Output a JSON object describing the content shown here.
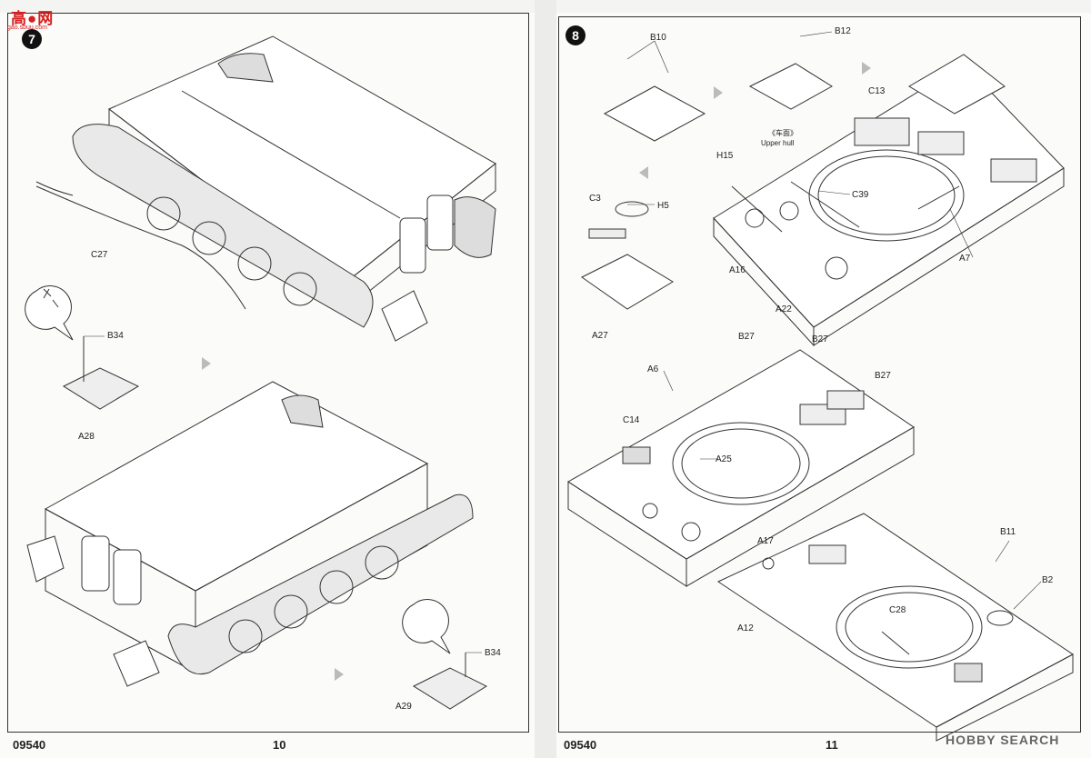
{
  "watermark": {
    "brand": "高●网",
    "url": "gao.sbuu.com",
    "corner": "HOBBY SEARCH"
  },
  "left_page": {
    "step_number": "7",
    "footer_code": "09540",
    "footer_page": "10",
    "labels": {
      "c27": "C27",
      "b34_top": "B34",
      "a28": "A28",
      "b34_bottom": "B34",
      "a29": "A29"
    }
  },
  "right_page": {
    "step_number": "8",
    "footer_code": "09540",
    "footer_page": "11",
    "labels": {
      "b10": "B10",
      "b12": "B12",
      "c13": "C13",
      "upper_hull_cn": "《车面》",
      "upper_hull": "Upper hull",
      "h15": "H15",
      "c39": "C39",
      "c3": "C3",
      "h5": "H5",
      "a16": "A16",
      "a7": "A7",
      "a22": "A22",
      "a27": "A27",
      "b27_a": "B27",
      "b27_b": "B27",
      "b27_c": "B27",
      "a6": "A6",
      "c14": "C14",
      "a25": "A25",
      "a17": "A17",
      "b11": "B11",
      "b2": "B2",
      "c28": "C28",
      "a12": "A12"
    }
  }
}
